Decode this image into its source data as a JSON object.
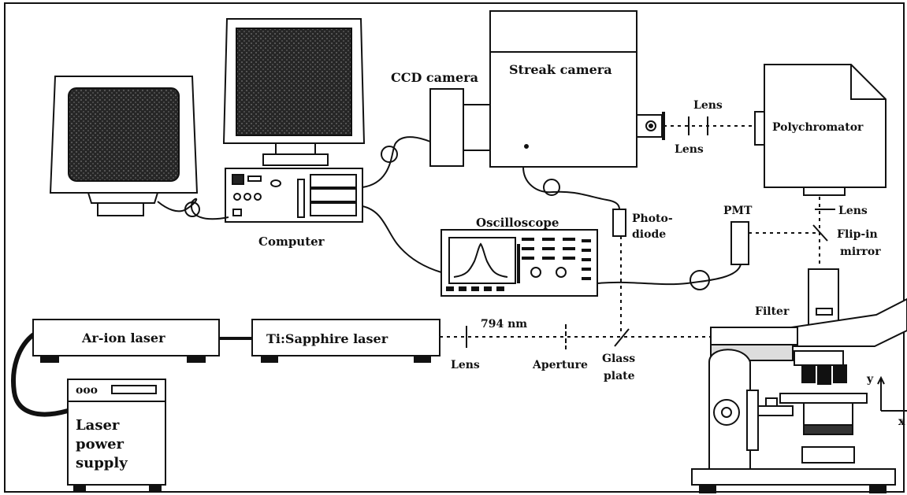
{
  "labels": {
    "ccd_camera": "CCD camera",
    "streak_camera": "Streak camera",
    "lens_top": "Lens",
    "lens_below": "Lens",
    "polychromator": "Polychromator",
    "photodiode_1": "Photo-",
    "photodiode_2": "diode",
    "pmt": "PMT",
    "lens_right": "Lens",
    "flip_in_1": "Flip-in",
    "flip_in_2": "mirror",
    "computer": "Computer",
    "oscilloscope": "Oscilloscope",
    "filter": "Filter",
    "ar_ion_laser": "Ar-ion laser",
    "ti_sapphire_laser": "Ti:Sapphire laser",
    "wavelength": "794 nm",
    "lens_beam": "Lens",
    "aperture": "Aperture",
    "glass_1": "Glass",
    "glass_2": "plate",
    "power_supply_1": "Laser",
    "power_supply_2": "power",
    "power_supply_3": "supply",
    "power_supply_panel": "ooo",
    "axis_y": "y",
    "axis_x": "x"
  },
  "colors": {
    "ink": "#111111",
    "screen": "#2a2a2a",
    "background": "#ffffff"
  }
}
